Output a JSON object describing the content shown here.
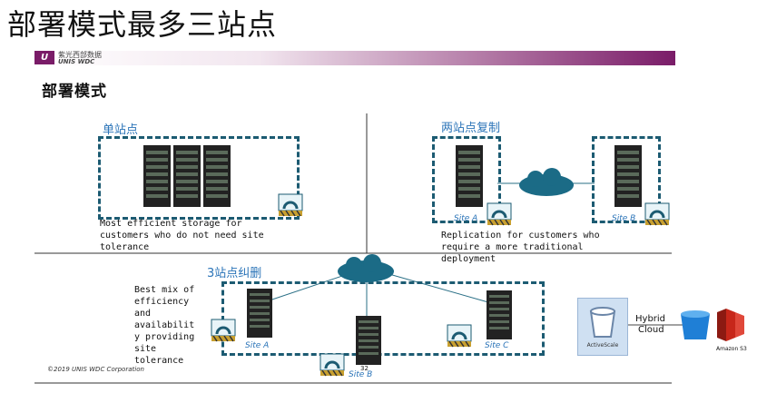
{
  "header": {
    "main_title": "部署模式最多三站点"
  },
  "brand": {
    "logo_mark": "U",
    "name_cn": "紫光西部数据",
    "name_en": "UNIS WDC"
  },
  "slide": {
    "title": "部署模式"
  },
  "single_site": {
    "label": "单站点",
    "desc": "Most efficient storage for\ncustomers who do not need site\ntolerance"
  },
  "two_site": {
    "label": "两站点复制",
    "site_a": "Site A",
    "site_b": "Site B",
    "desc": "Replication for customers who\nrequire a more traditional\ndeployment"
  },
  "three_site": {
    "label": "3站点纠删",
    "desc": "Best mix of\nefficiency\nand\navailabilit\ny providing\nsite\ntolerance",
    "site_a": "Site A",
    "site_b": "Site B",
    "site_c": "Site C",
    "number": "32"
  },
  "hybrid": {
    "appliance_label": "ActiveScale",
    "line1": "Hybrid",
    "line2": "Cloud",
    "aws_label": "Amazon S3"
  },
  "footer": {
    "copyright": "©2019 UNIS WDC Corporation"
  },
  "colors": {
    "brand_purple": "#7a1c68",
    "dash_teal": "#1c5b72",
    "cloud_teal": "#1b6b86",
    "label_blue": "#2b74b8"
  }
}
